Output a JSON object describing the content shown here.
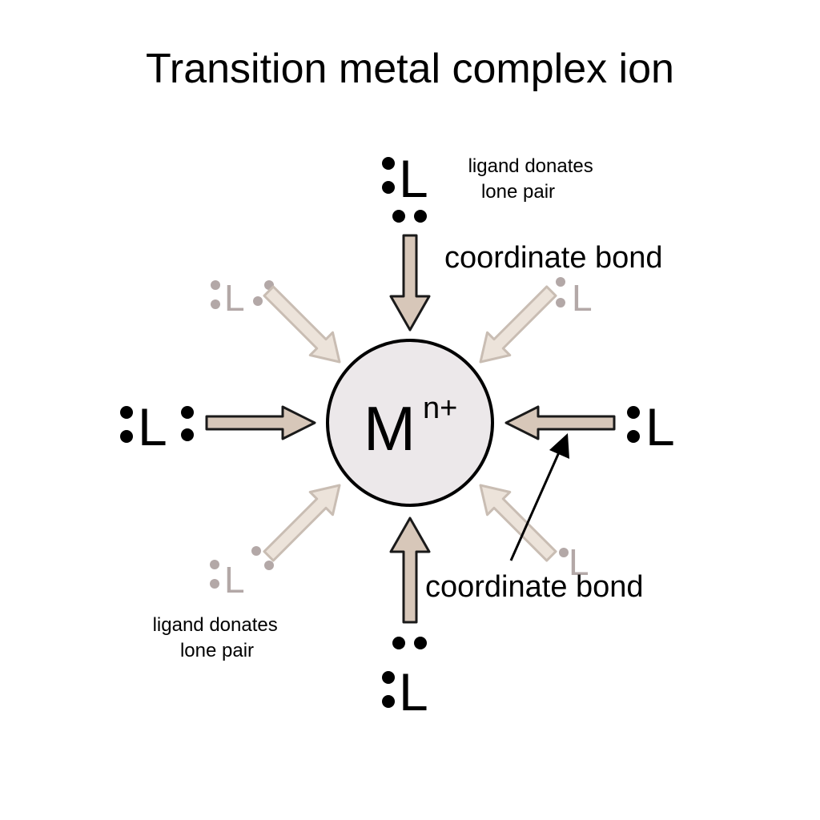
{
  "title": "Transition metal complex ion",
  "metal": {
    "symbol": "M",
    "charge": "n+"
  },
  "ligands": {
    "top": "L",
    "left": "L",
    "right": "L",
    "bottom": "L",
    "top_left": "L",
    "top_right": "L",
    "bottom_left": "L",
    "bottom_right": "L"
  },
  "labels": {
    "coordinate_bond_top": "coordinate bond",
    "coordinate_bond_bottom": "coordinate bond",
    "lone_pair_top": [
      "ligand donates",
      "lone pair"
    ],
    "lone_pair_bottom": [
      "ligand donates",
      "lone pair"
    ]
  },
  "colors": {
    "text": "#000000",
    "arrow_fill": "#d7c7b9",
    "arrow_faint_fill": "#ece3da",
    "arrow_faint_stroke": "#c9bdb3",
    "metal_fill": "#ece8ea",
    "faint_ligand": "#b3a8a7"
  }
}
